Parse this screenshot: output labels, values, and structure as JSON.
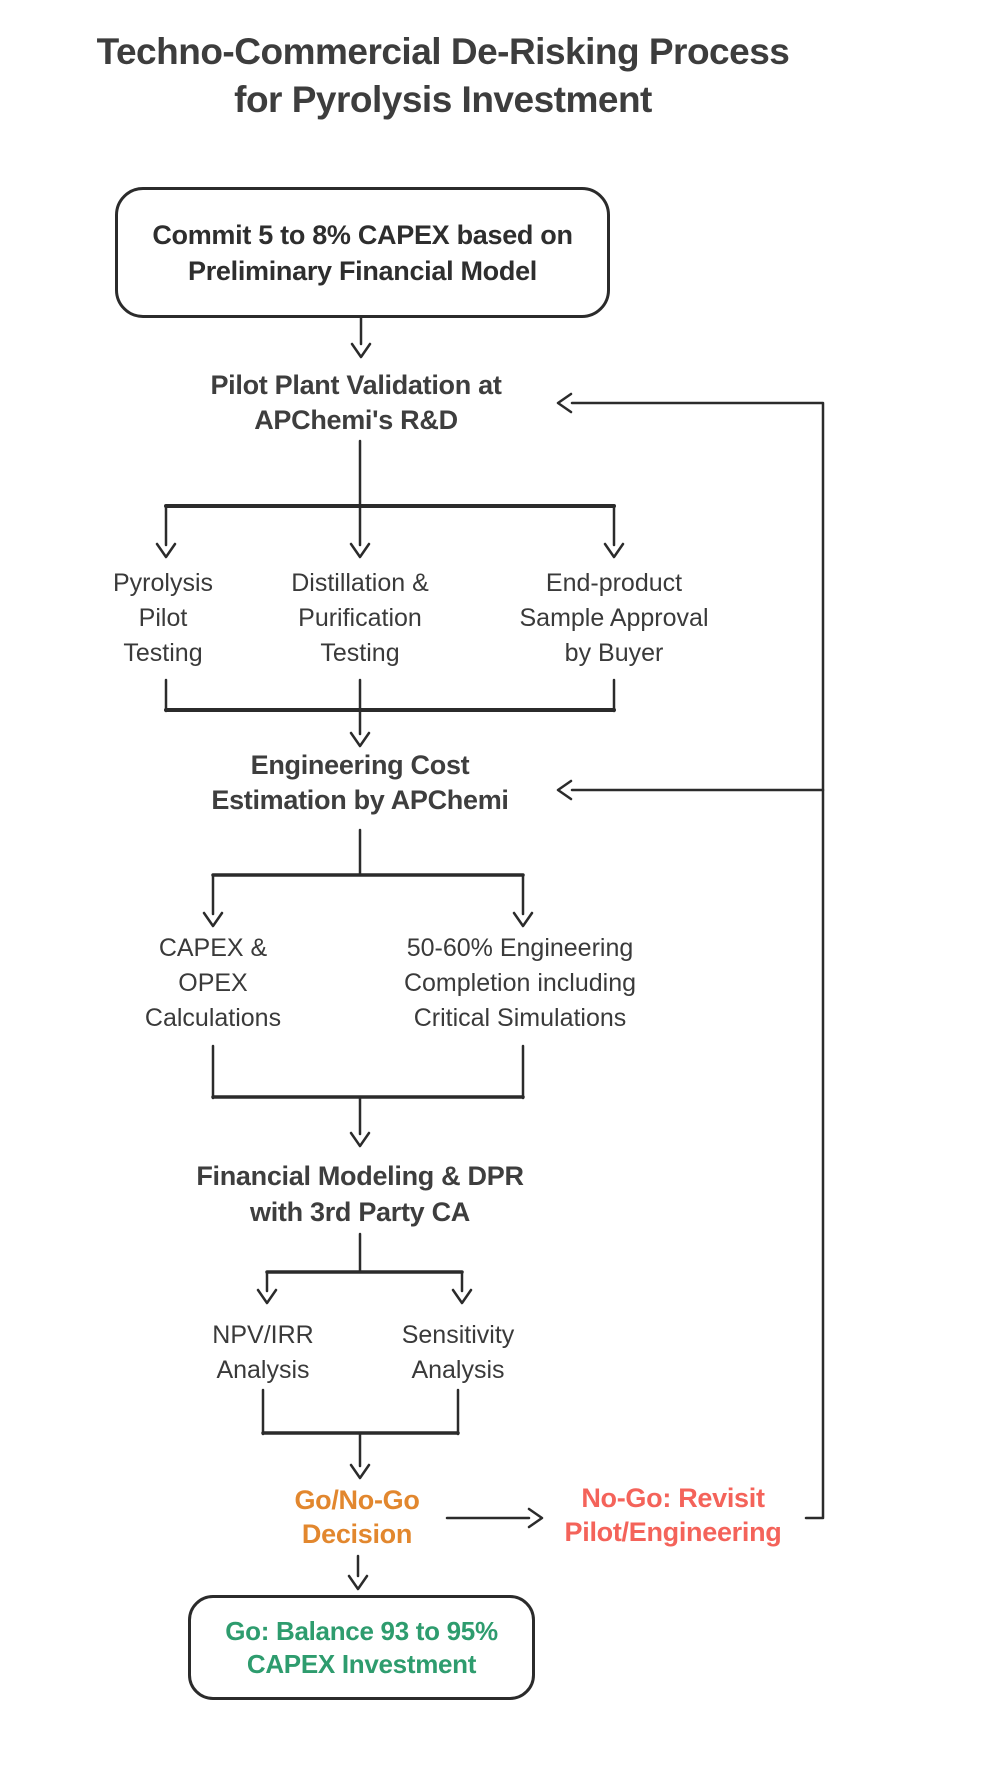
{
  "title": {
    "lines": [
      "Techno-Commercial De-Risking Process",
      "for Pyrolysis Investment"
    ]
  },
  "nodes": {
    "commit_capex": {
      "lines": [
        "Commit 5 to 8% CAPEX based on",
        "Preliminary Financial Model"
      ]
    },
    "pilot_validation": {
      "lines": [
        "Pilot Plant Validation at",
        "APChemi's R&D"
      ]
    },
    "pyrolysis_testing": {
      "lines": [
        "Pyrolysis",
        "Pilot",
        "Testing"
      ]
    },
    "distillation_testing": {
      "lines": [
        "Distillation &",
        "Purification",
        "Testing"
      ]
    },
    "sample_approval": {
      "lines": [
        "End-product",
        "Sample Approval",
        "by Buyer"
      ]
    },
    "engineering_cost": {
      "lines": [
        "Engineering Cost",
        "Estimation by APChemi"
      ]
    },
    "capex_opex": {
      "lines": [
        "CAPEX &",
        "OPEX",
        "Calculations"
      ]
    },
    "engineering_completion": {
      "lines": [
        "50-60% Engineering",
        "Completion including",
        "Critical Simulations"
      ]
    },
    "financial_modeling": {
      "lines": [
        "Financial Modeling & DPR",
        "with 3rd Party CA"
      ]
    },
    "npv_irr": {
      "lines": [
        "NPV/IRR",
        "Analysis"
      ]
    },
    "sensitivity": {
      "lines": [
        "Sensitivity",
        "Analysis"
      ]
    },
    "go_no_go": {
      "lines": [
        "Go/No-Go",
        "Decision"
      ]
    },
    "no_go": {
      "lines": [
        "No-Go: Revisit",
        "Pilot/Engineering"
      ]
    },
    "go_balance": {
      "lines": [
        "Go: Balance 93 to 95%",
        "CAPEX Investment"
      ]
    }
  },
  "colors": {
    "background": "#ffffff",
    "line": "#2b2b2b",
    "heading_dark": "#3e3e3e",
    "text_dark": "#3a3a3a",
    "decision_orange": "#E2872E",
    "no_go_red": "#F4635A",
    "go_green": "#2E9C6E"
  }
}
